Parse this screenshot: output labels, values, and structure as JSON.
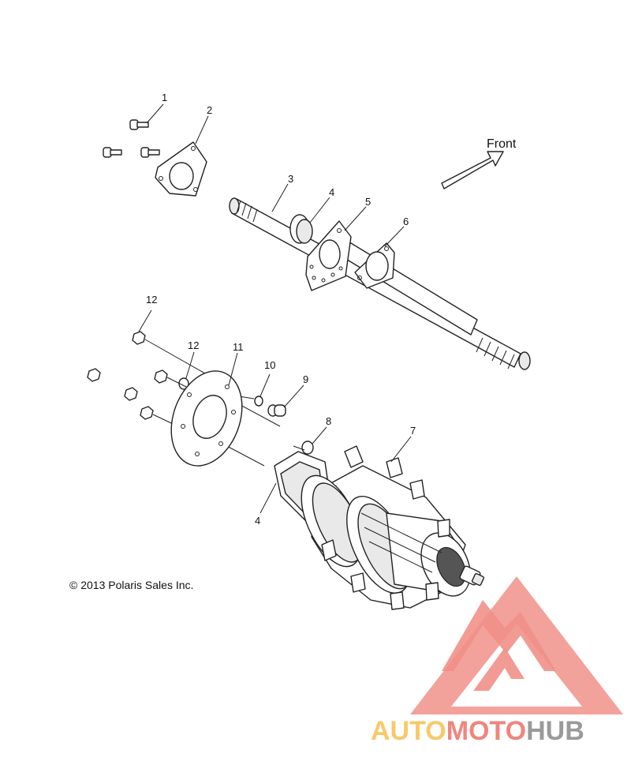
{
  "callouts": [
    {
      "id": "c1",
      "label": "1"
    },
    {
      "id": "c2",
      "label": "2"
    },
    {
      "id": "c3",
      "label": "3"
    },
    {
      "id": "c4a",
      "label": "4"
    },
    {
      "id": "c5",
      "label": "5"
    },
    {
      "id": "c6",
      "label": "6"
    },
    {
      "id": "c7",
      "label": "7"
    },
    {
      "id": "c8",
      "label": "8"
    },
    {
      "id": "c4b",
      "label": "4"
    },
    {
      "id": "c9",
      "label": "9"
    },
    {
      "id": "c10",
      "label": "10"
    },
    {
      "id": "c11",
      "label": "11"
    },
    {
      "id": "c12a",
      "label": "12"
    },
    {
      "id": "c12b",
      "label": "12"
    }
  ],
  "direction_label": "Front",
  "copyright": "© 2013 Polaris Sales Inc.",
  "watermark": {
    "part1": "AUTO",
    "part2": "MOTO",
    "part3": "HUB",
    "color_yellow": "#f7c96a",
    "color_red": "#f0857c",
    "color_grey": "#9a9a9a"
  }
}
